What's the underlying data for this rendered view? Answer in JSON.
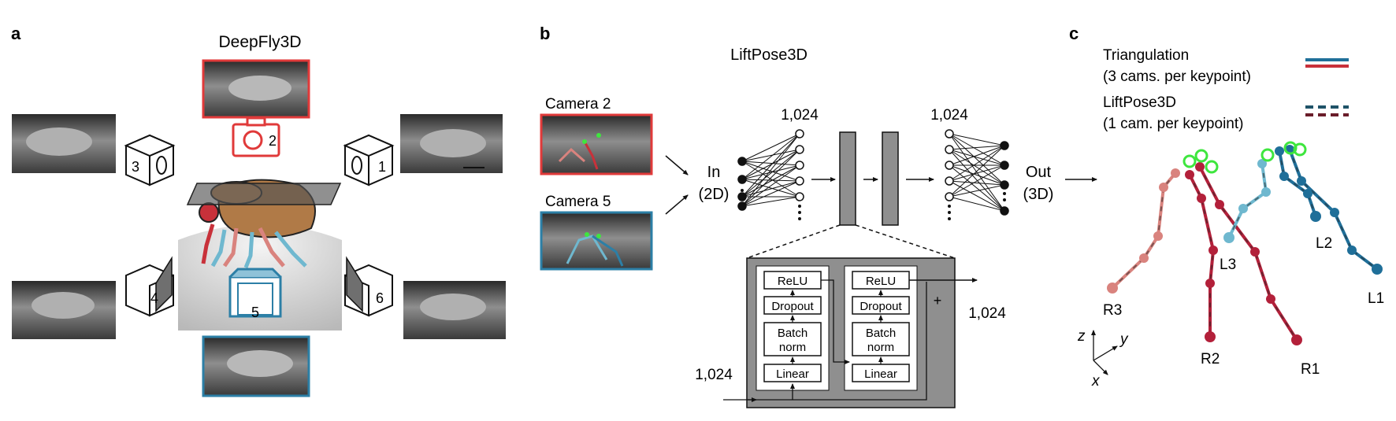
{
  "panels": {
    "a": {
      "letter": "a",
      "title": "DeepFly3D",
      "camera_numbers": [
        "1",
        "2",
        "3",
        "4",
        "5",
        "6"
      ]
    },
    "b": {
      "letter": "b",
      "title": "LiftPose3D",
      "camera2_label": "Camera 2",
      "camera5_label": "Camera 5",
      "input_label_line1": "In",
      "input_label_line2": "(2D)",
      "output_label_line1": "Out",
      "output_label_line2": "(3D)",
      "hidden_size_left": "1,024",
      "hidden_size_right": "1,024",
      "block_in_size": "1,024",
      "block_out_size": "1,024",
      "residual_sign": "+",
      "block_layers": [
        {
          "relu": "ReLU",
          "dropout": "Dropout",
          "bn1": "Batch",
          "bn2": "norm",
          "linear": "Linear"
        },
        {
          "relu": "ReLU",
          "dropout": "Dropout",
          "bn1": "Batch",
          "bn2": "norm",
          "linear": "Linear"
        }
      ]
    },
    "c": {
      "letter": "c",
      "legend": [
        {
          "line1": "Triangulation",
          "line2": "(3 cams. per keypoint)"
        },
        {
          "line1": "LiftPose3D",
          "line2": "(1 cam. per keypoint)"
        }
      ],
      "leg_labels": [
        "R1",
        "R2",
        "R3",
        "L1",
        "L2",
        "L3"
      ],
      "axes": {
        "z": "z",
        "y": "y",
        "x": "x"
      }
    }
  },
  "colors": {
    "red_frame": "#e03a3a",
    "blue_frame": "#2c7fa6",
    "dark_red": "#b3203a",
    "light_red": "#d9837e",
    "dark_blue": "#1f6f99",
    "light_blue": "#6fb8cf",
    "highlight_green": "#3ee63e",
    "grey_block": "#8f8f8f"
  }
}
